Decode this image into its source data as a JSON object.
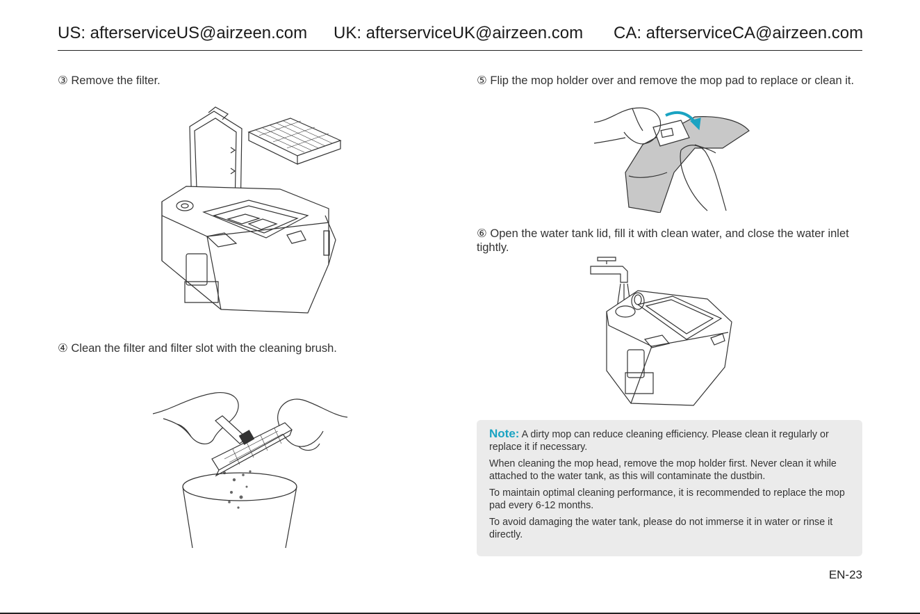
{
  "header": {
    "us": "US: afterserviceUS@airzeen.com",
    "uk": "UK: afterserviceUK@airzeen.com",
    "ca": "CA: afterserviceCA@airzeen.com"
  },
  "steps": {
    "s3": "③ Remove the filter.",
    "s4": "④ Clean the filter and filter slot with the cleaning brush.",
    "s5": "⑤ Flip the mop holder over and remove the mop pad to replace or clean it.",
    "s6": "⑥ Open the water tank lid, fill it with clean water, and close the water inlet tightly."
  },
  "note": {
    "label": "Note:",
    "p1": "A dirty mop can reduce cleaning efficiency. Please clean it regularly or replace it if necessary.",
    "p2": "When cleaning the mop head, remove the mop holder first. Never clean it while attached to the water tank, as this will contaminate the dustbin.",
    "p3": "To maintain optimal cleaning performance, it is recommended to replace the mop pad every 6-12 months.",
    "p4": "To avoid damaging the water tank, please do not immerse it in water or rinse it directly."
  },
  "page_number": "EN-23",
  "colors": {
    "accent": "#1aa3c2",
    "note_bg": "#ebebeb",
    "arrow": "#1aa3c2"
  }
}
